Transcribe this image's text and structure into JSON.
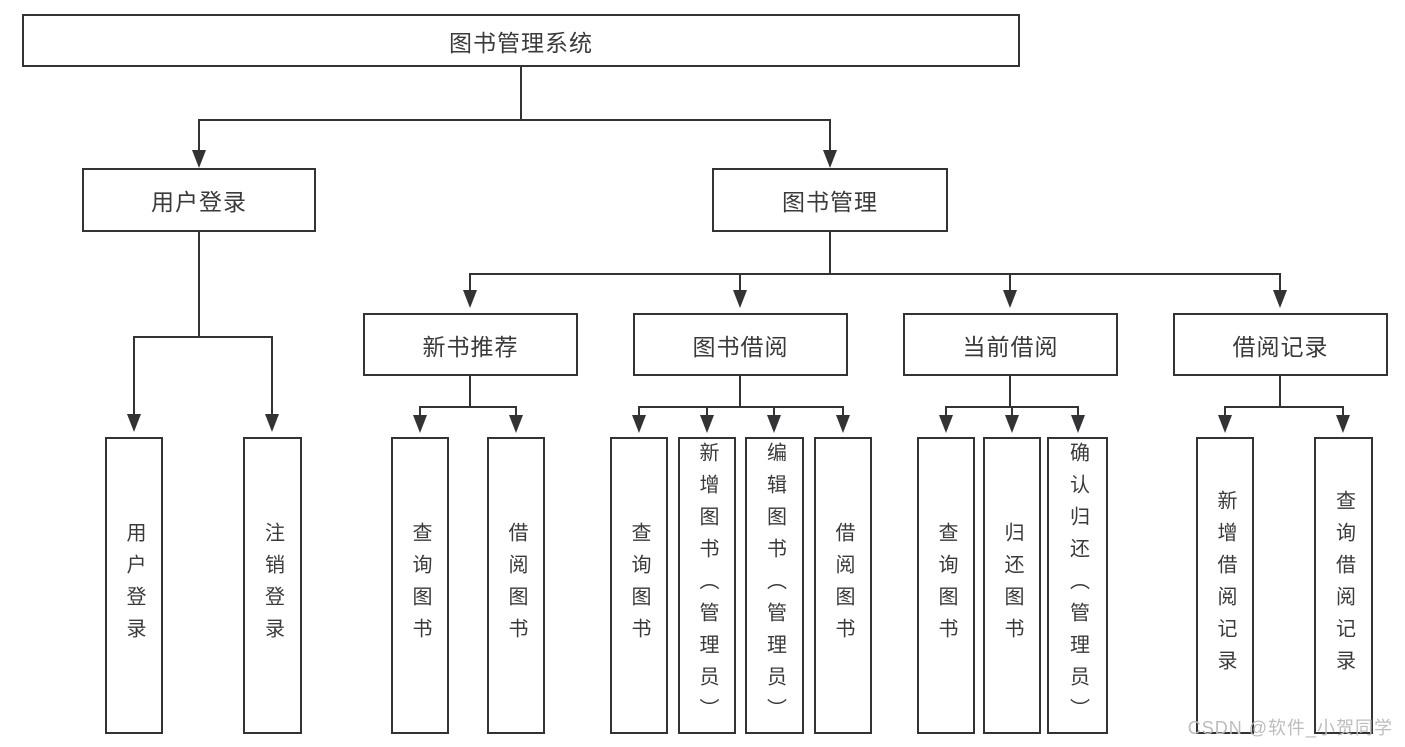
{
  "diagram": {
    "type": "org-tree",
    "root": {
      "label": "图书管理系统",
      "children": [
        {
          "label": "用户登录",
          "children": [
            {
              "label": "用户登录"
            },
            {
              "label": "注销登录"
            }
          ]
        },
        {
          "label": "图书管理",
          "children": [
            {
              "label": "新书推荐",
              "children": [
                {
                  "label": "查询图书"
                },
                {
                  "label": "借阅图书"
                }
              ]
            },
            {
              "label": "图书借阅",
              "children": [
                {
                  "label": "查询图书"
                },
                {
                  "label": "新增图书（管理员）"
                },
                {
                  "label": "编辑图书（管理员）"
                },
                {
                  "label": "借阅图书"
                }
              ]
            },
            {
              "label": "当前借阅",
              "children": [
                {
                  "label": "查询图书"
                },
                {
                  "label": "归还图书"
                },
                {
                  "label": "确认归还（管理员）"
                }
              ]
            },
            {
              "label": "借阅记录",
              "children": [
                {
                  "label": "新增借阅记录"
                },
                {
                  "label": "查询借阅记录"
                }
              ]
            }
          ]
        }
      ]
    },
    "watermark": "CSDN @软件_小贺同学",
    "colors": {
      "line": "#333336",
      "text": "#3a3a3c",
      "watermark": "#bdbdbd",
      "background": "#ffffff"
    }
  }
}
